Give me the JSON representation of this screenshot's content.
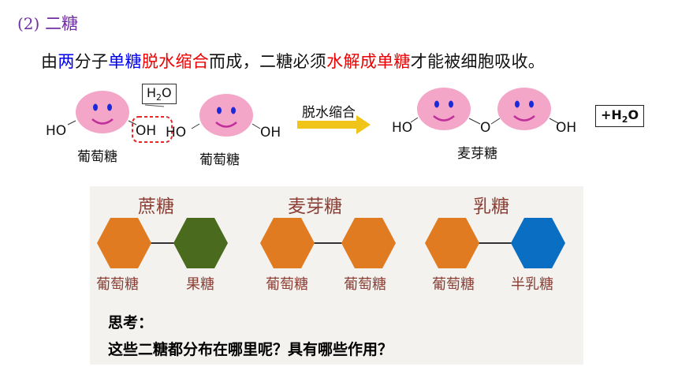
{
  "heading": {
    "number": "(2)",
    "title": "二糖"
  },
  "sentence": [
    {
      "text": "由",
      "color": "black"
    },
    {
      "text": "两",
      "color": "blue"
    },
    {
      "text": "分子",
      "color": "black"
    },
    {
      "text": "单糖",
      "color": "blue"
    },
    {
      "text": "脱水缩合",
      "color": "red"
    },
    {
      "text": "而成，二糖必须",
      "color": "black"
    },
    {
      "text": "水解成单糖",
      "color": "red"
    },
    {
      "text": "才能被细胞吸收。",
      "color": "black"
    }
  ],
  "reaction": {
    "left_molecule_1": {
      "left_group": "HO",
      "right_group": "OH",
      "name": "葡萄糖"
    },
    "left_molecule_2": {
      "left_group": "HO",
      "right_group": "OH",
      "name": "葡萄糖"
    },
    "water_box": {
      "main": "H",
      "sub": "2",
      "tail": "O"
    },
    "arrow_label": "脱水缩合",
    "product": {
      "left_group": "HO",
      "bridge": "O",
      "right_group": "OH",
      "name": "麦芽糖"
    },
    "byproduct": {
      "prefix": "+H",
      "sub": "2",
      "tail": "O"
    }
  },
  "disaccharides": [
    {
      "title": "蔗糖",
      "left": {
        "name": "葡萄糖",
        "color": "#e07b22"
      },
      "right": {
        "name": "果糖",
        "color": "#4a6b1e"
      }
    },
    {
      "title": "麦芽糖",
      "left": {
        "name": "葡萄糖",
        "color": "#e07b22"
      },
      "right": {
        "name": "葡萄糖",
        "color": "#e07b22"
      }
    },
    {
      "title": "乳糖",
      "left": {
        "name": "葡萄糖",
        "color": "#e07b22"
      },
      "right": {
        "name": "半乳糖",
        "color": "#0a6fc2"
      }
    }
  ],
  "think": {
    "label": "思考：",
    "question": "这些二糖都分布在哪里呢？具有哪些作用？"
  },
  "colors": {
    "face": "#f4a6c8",
    "eye": "#1a2ad8",
    "smile": "#c0309a",
    "arrow": "#f0c419",
    "dash": "#e8262a"
  }
}
